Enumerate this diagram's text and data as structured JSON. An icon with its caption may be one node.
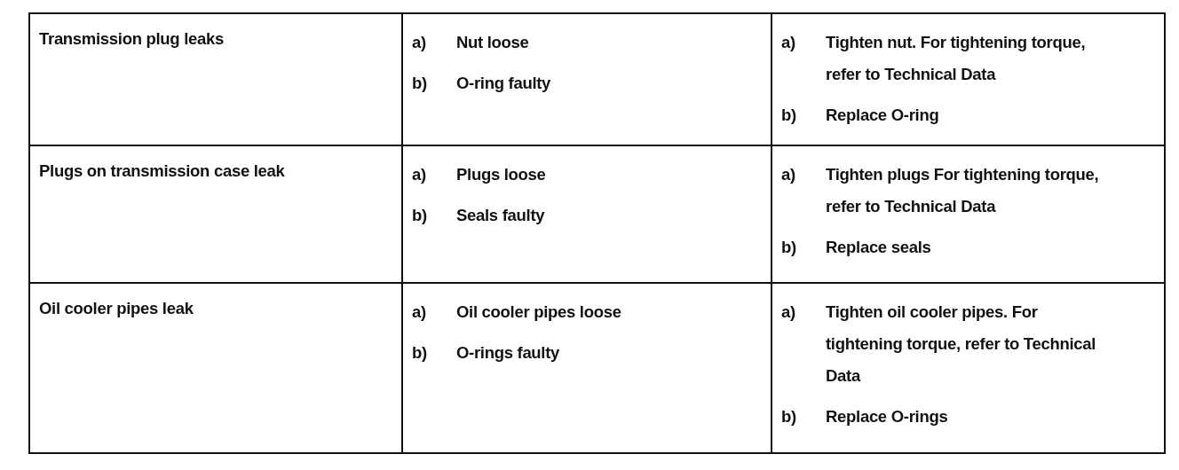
{
  "diagram": {
    "labels": [
      "Transmission plug leaks",
      "a)",
      "Nut loose",
      "b)",
      "O-ring faulty",
      "a)",
      "Tighten nut. For tightening torque, refer to Technical Data",
      "b)",
      "Replace O-ring",
      "Plugs on transmission case leak",
      "a)",
      "Plugs loose",
      "b)",
      "Seals faulty",
      "a)",
      "Tighten plugs For tightening torque, refer to Technical Data",
      "b)",
      "Replace seals",
      "Oil cooler pipes leak",
      "a)",
      "Oil cooler pipes loose",
      "b)",
      "O-rings faulty",
      "a)",
      "Tighten oil cooler pipes. For tightening torque, refer to Technical Data",
      "b)",
      "Replace O-rings"
    ]
  }
}
